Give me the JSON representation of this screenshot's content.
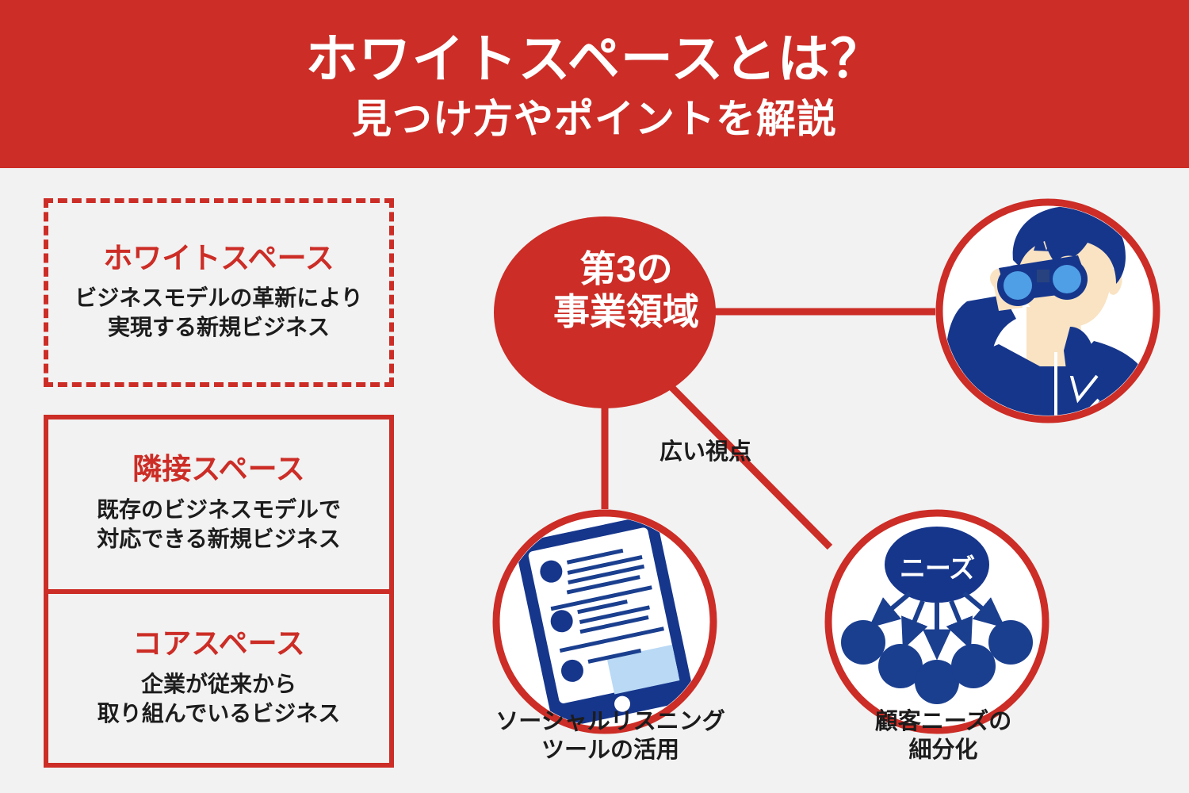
{
  "theme": {
    "red": "#CC2D26",
    "navy": "#16368C",
    "light_blue": "#9DCBF0",
    "lens_blue": "#4F9FE6",
    "skin": "#F9E3C2",
    "background": "#F2F2F2",
    "white": "#FFFFFF",
    "text_dark": "#1C1C1C"
  },
  "header": {
    "title": "ホワイトスペースとは？",
    "subtitle": "見つけ方やポイントを解説"
  },
  "panels": [
    {
      "id": "white-space",
      "title": "ホワイトスペース",
      "body": "ビジネスモデルの革新により\n実現する新規ビジネス",
      "border_style": "dashed"
    },
    {
      "id": "adjacent-space",
      "title": "隣接スペース",
      "body": "既存のビジネスモデルで\n対応できる新規ビジネス",
      "border_style": "solid"
    },
    {
      "id": "core-space",
      "title": "コアスペース",
      "body": "企業が従来から\n取り組んでいるビジネス",
      "border_style": "solid"
    }
  ],
  "diagram": {
    "center_node": {
      "label": "第3の\n事業領域",
      "shape": "ellipse",
      "fill": "#CC2D26",
      "text_color": "#FFFFFF"
    },
    "nodes": [
      {
        "id": "wide-perspective",
        "label": "広い視点",
        "icon": "binoculars-person-icon"
      },
      {
        "id": "social-listening",
        "label": "ソーシャルリスニング\nツールの活用",
        "icon": "tablet-list-icon"
      },
      {
        "id": "customer-needs",
        "label": "顧客ニーズの\n細分化",
        "icon": "needs-breakdown-icon",
        "inner_label": "ニーズ",
        "branch_count": 6
      }
    ],
    "connectors": [
      {
        "from": "center",
        "to": "wide-perspective",
        "style": "straight-horizontal"
      },
      {
        "from": "center",
        "to": "social-listening",
        "style": "straight-vertical"
      },
      {
        "from": "center",
        "to": "customer-needs",
        "style": "diagonal"
      }
    ]
  }
}
